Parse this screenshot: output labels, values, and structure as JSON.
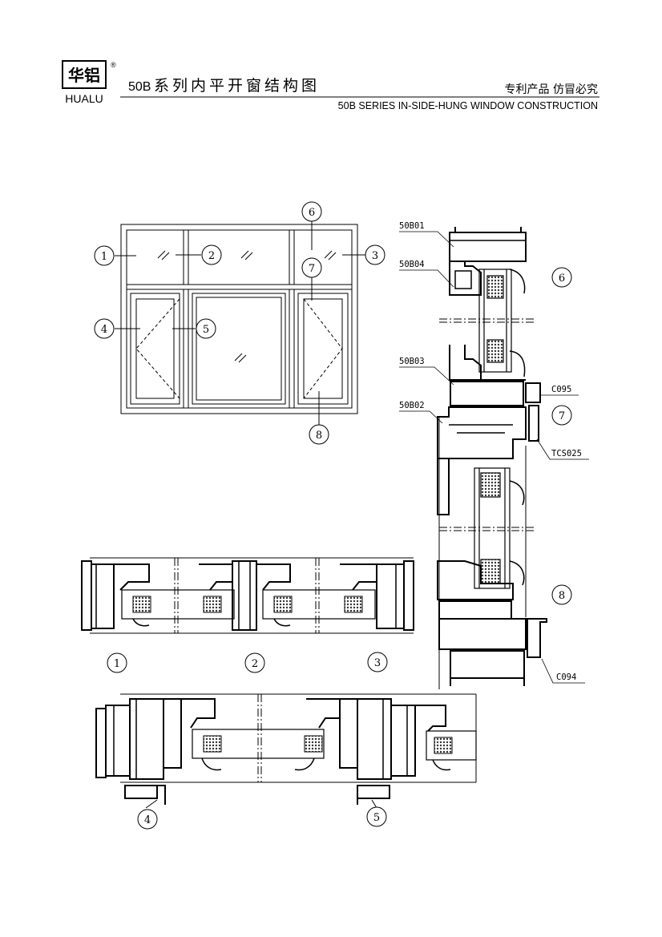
{
  "header": {
    "logo_cn": "华铝",
    "logo_en": "HUALU",
    "registered": "®",
    "title_prefix": "50B",
    "title_cn": "系列内平开窗结构图",
    "patent": "专利产品  仿冒必究",
    "subtitle_en": "50B SERIES IN-SIDE-HUNG WINDOW CONSTRUCTION"
  },
  "elevation": {
    "callouts": [
      "1",
      "2",
      "3",
      "4",
      "5",
      "6",
      "7",
      "8"
    ]
  },
  "vertical_section": {
    "part_labels": [
      "50B01",
      "50B04",
      "50B03",
      "50B02",
      "C095",
      "TCS025",
      "C094"
    ],
    "callouts": [
      "6",
      "7",
      "8"
    ]
  },
  "horizontal_section_top": {
    "callouts": [
      "1",
      "2",
      "3"
    ]
  },
  "horizontal_section_bottom": {
    "callouts": [
      "4",
      "5"
    ]
  },
  "colors": {
    "ink": "#000000",
    "paper": "#ffffff",
    "glass_fill": "#555555"
  }
}
